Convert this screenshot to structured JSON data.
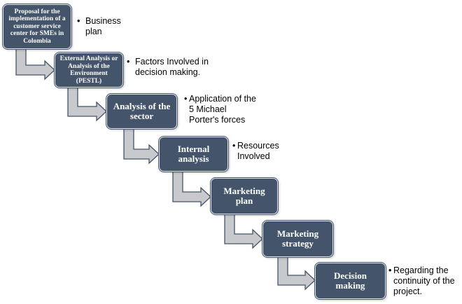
{
  "diagram": {
    "steps": [
      {
        "label": "Proposal for the\nimplementation of a\ncustomer service\ncenter for SMEs in\nColombia"
      },
      {
        "label": "External Analysis or\nAnalysis of the\nEnvironment\n(PESTL)"
      },
      {
        "label": "Analysis of the\nsector"
      },
      {
        "label": "Internal\nanalysis"
      },
      {
        "label": "Marketing\nplan"
      },
      {
        "label": "Marketing\nstrategy"
      },
      {
        "label": "Decision\nmaking"
      }
    ],
    "notes": [
      {
        "bullet": "•",
        "text": "Business\nplan"
      },
      {
        "bullet": "•",
        "text": "Factors Involved in\ndecision making."
      },
      {
        "bullet": "•",
        "text": "Application of the\n5 Michael\nPorter's forces"
      },
      {
        "bullet": "•",
        "text": "Resources\nInvolved"
      },
      {
        "bullet": "•",
        "text": "Regarding the\ncontinuity of the\nproject."
      }
    ]
  },
  "colors": {
    "box_fill": "#44546a",
    "box_text": "#ffffff",
    "arrow_fill": "#c7c9cc",
    "arrow_stroke": "#44546a"
  }
}
